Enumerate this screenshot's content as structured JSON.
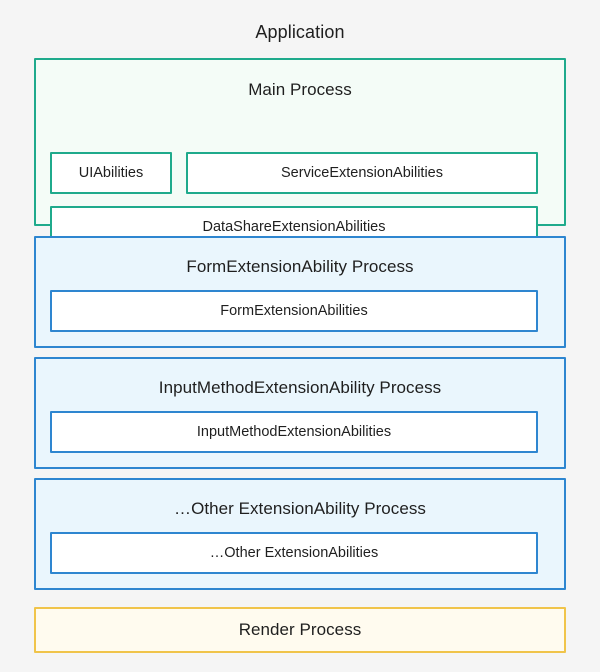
{
  "diagram": {
    "title": "Application",
    "background_color": "#f5f5f5",
    "palette": {
      "main_process_border": "#1faa8c",
      "main_process_fill": "#f4fcf7",
      "extension_process_border": "#2e86d0",
      "extension_process_fill": "#eaf6fd",
      "render_process_border": "#f0c44a",
      "render_process_fill": "#fffbef",
      "ability_fill": "#ffffff",
      "text_color": "#1f1f1f"
    },
    "processes": [
      {
        "id": "main-process",
        "heading": "Main Process",
        "kind": "main",
        "abilities": [
          {
            "label": "UIAbilities"
          },
          {
            "label": "ServiceExtensionAbilities"
          },
          {
            "label": "DataShareExtensionAbilities"
          }
        ]
      },
      {
        "id": "form-process",
        "heading": "FormExtensionAbility Process",
        "kind": "extension",
        "abilities": [
          {
            "label": "FormExtensionAbilities"
          }
        ]
      },
      {
        "id": "input-process",
        "heading": "InputMethodExtensionAbility Process",
        "kind": "extension",
        "abilities": [
          {
            "label": "InputMethodExtensionAbilities"
          }
        ]
      },
      {
        "id": "other-process",
        "heading": "…Other ExtensionAbility Process",
        "kind": "extension",
        "abilities": [
          {
            "label": "…Other ExtensionAbilities"
          }
        ]
      },
      {
        "id": "render-process",
        "heading": "Render Process",
        "kind": "render",
        "abilities": []
      }
    ]
  }
}
